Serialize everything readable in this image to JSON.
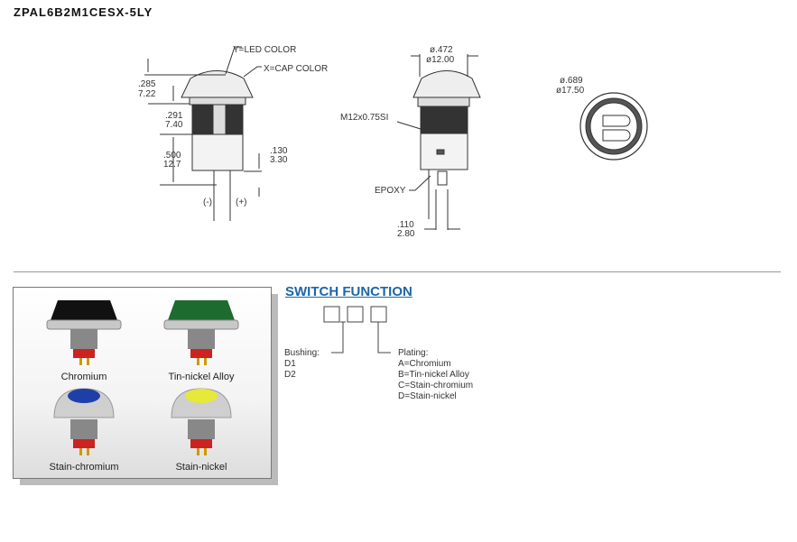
{
  "title": "ZPAL6B2M1CESX-5LY",
  "drawing": {
    "side": {
      "led": "Y=LED COLOR",
      "cap": "X=CAP COLOR",
      "d1a": ".285",
      "d1b": "7.22",
      "d2a": ".291",
      "d2b": "7.40",
      "d3a": ".500",
      "d3b": "12.7",
      "d4a": ".130",
      "d4b": "3.30",
      "neg": "(-)",
      "pos": "(+)"
    },
    "front": {
      "d1a": "ø.472",
      "d1b": "ø12.00",
      "thread": "M12x0.75SI",
      "epoxy": "EPOXY",
      "d2a": ".110",
      "d2b": "2.80"
    },
    "top": {
      "d1a": "ø.689",
      "d1b": "ø17.50"
    }
  },
  "products": [
    {
      "label": "Chromium",
      "color": "#111"
    },
    {
      "label": "Tin-nickel Alloy",
      "color": "#1d6b2e"
    },
    {
      "label": "Stain-chromium",
      "color": "#1f3fa8"
    },
    {
      "label": "Stain-nickel",
      "color": "#e6e83a"
    }
  ],
  "switch_function": {
    "title": "SWITCH FUNCTION",
    "bushing_label": "Bushing:",
    "bushing_options": [
      "D1",
      "D2"
    ],
    "plating_label": "Plating:",
    "plating_options": [
      "A=Chromium",
      "B=Tin-nickel Alloy",
      "C=Stain-chromium",
      "D=Stain-nickel"
    ]
  }
}
